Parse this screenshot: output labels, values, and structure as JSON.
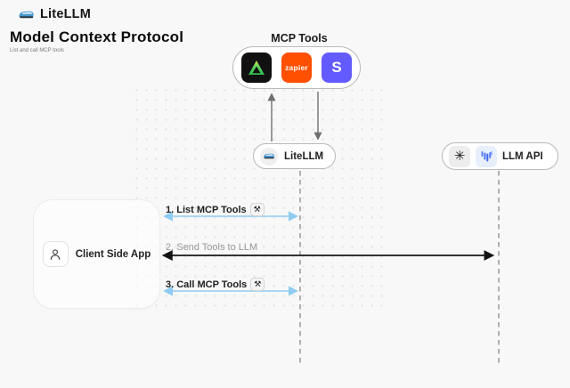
{
  "header": {
    "brand": "LiteLLM",
    "title": "Model Context Protocol",
    "subtitle": "List and call MCP tools"
  },
  "mcp_tools": {
    "label": "MCP Tools",
    "tools": [
      {
        "name": "green-triangle-tool"
      },
      {
        "name": "zapier",
        "label": "zapier"
      },
      {
        "name": "stripe",
        "label": "S"
      }
    ]
  },
  "nodes": {
    "litellm": {
      "label": "LiteLLM"
    },
    "llm_api": {
      "label": "LLM API"
    },
    "client": {
      "label": "Client Side App"
    }
  },
  "steps": [
    {
      "label": "1. List MCP Tools",
      "icon": "⚒"
    },
    {
      "label": "2. Send Tools to LLM"
    },
    {
      "label": "3. Call MCP Tools",
      "icon": "⚒"
    }
  ],
  "icons": {
    "openai_glyph": "✳"
  },
  "colors": {
    "background": "#f8f8f8",
    "arrow_blue": "#8fccf1",
    "arrow_dark": "#2e2e2e",
    "arrow_gray": "#707070",
    "dashed_gray": "#a8a8a8",
    "zapier_orange": "#ff4f00",
    "stripe_purple": "#635bff",
    "tool_black": "#111111"
  }
}
